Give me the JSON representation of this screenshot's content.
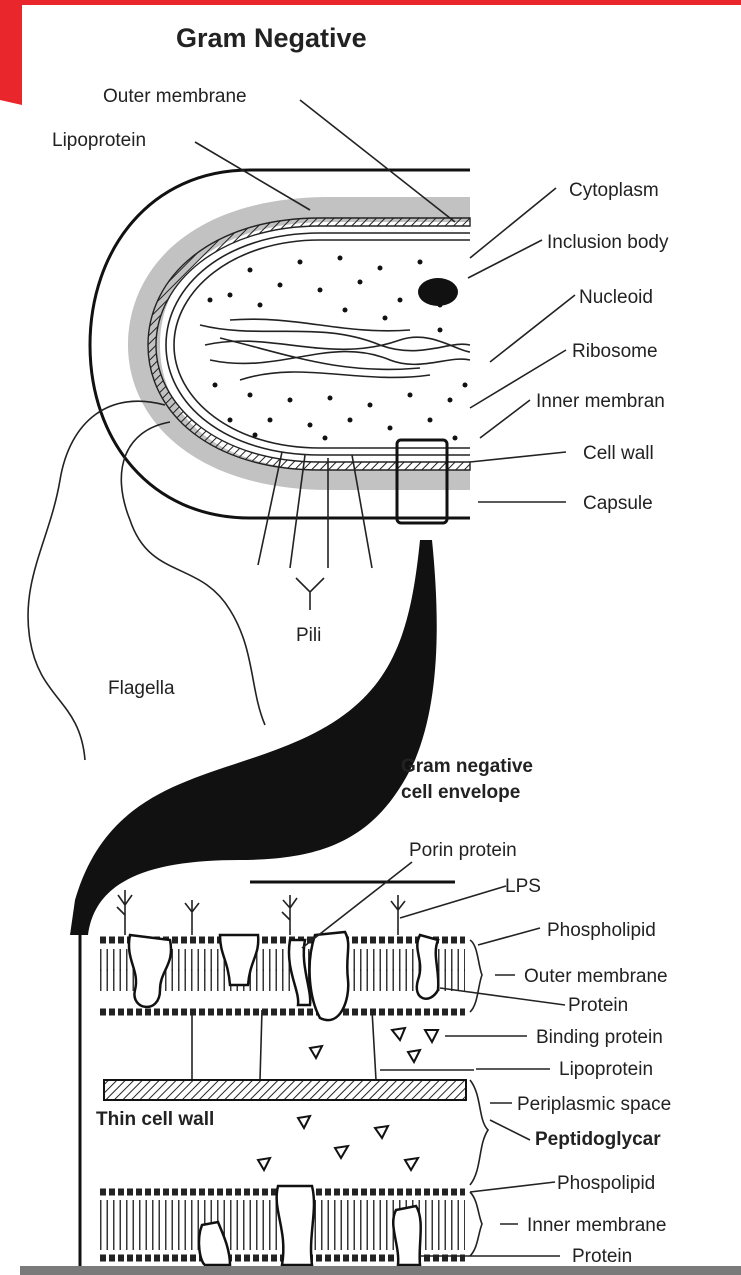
{
  "title": "Gram Negative",
  "cell_labels": {
    "outer_membrane": "Outer membrane",
    "lipoprotein": "Lipoprotein",
    "cytoplasm": "Cytoplasm",
    "inclusion_body": "Inclusion body",
    "nucleoid": "Nucleoid",
    "ribosome": "Ribosome",
    "inner_membrane": "Inner membran",
    "cell_wall": "Cell wall",
    "capsule": "Capsule",
    "pili": "Pili",
    "flagella": "Flagella"
  },
  "envelope": {
    "title_line1": "Gram negative",
    "title_line2": "cell envelope",
    "porin_protein": "Porin protein",
    "lps": "LPS",
    "phospholipid": "Phospholipid",
    "outer_membrane": "Outer membrane",
    "protein": "Protein",
    "binding_protein": "Binding protein",
    "lipoprotein": "Lipoprotein",
    "periplasmic_space": "Periplasmic space",
    "thin_cell_wall": "Thin cell wall",
    "peptidoglycan": "Peptidoglycar",
    "phospholipid_inner": "Phospolipid",
    "inner_membrane": "Inner membrane",
    "protein_inner": "Protein"
  },
  "colors": {
    "corner_accent": "#e8262b",
    "capsule_gray": "#c2c2c2",
    "ink": "#111111"
  }
}
